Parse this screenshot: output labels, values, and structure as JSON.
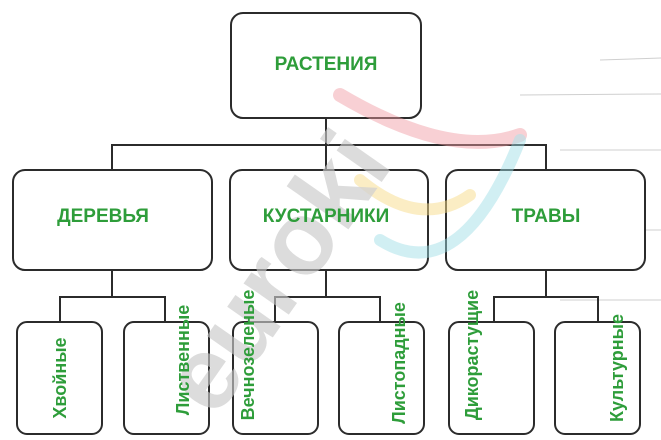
{
  "colors": {
    "label_green": "#2e9d3a",
    "border": "#2b2b2b",
    "watermark_gray": "#c9c9c9",
    "watermark_red": "#ee9aa3",
    "watermark_yellow": "#f6dc8a",
    "watermark_blue": "#9ddde6"
  },
  "diagram": {
    "root": {
      "label": "РАСТЕНИЯ"
    },
    "groups": [
      {
        "label": "ДЕРЕВЬЯ",
        "children": [
          "Хвойные",
          "Лиственные"
        ]
      },
      {
        "label": "КУСТАРНИКИ",
        "children": [
          "Вечнозеленые",
          "Листопадные"
        ]
      },
      {
        "label": "ТРАВЫ",
        "children": [
          "Дикорастущие",
          "Культурные"
        ]
      }
    ]
  },
  "watermark": {
    "text": "euroki"
  }
}
